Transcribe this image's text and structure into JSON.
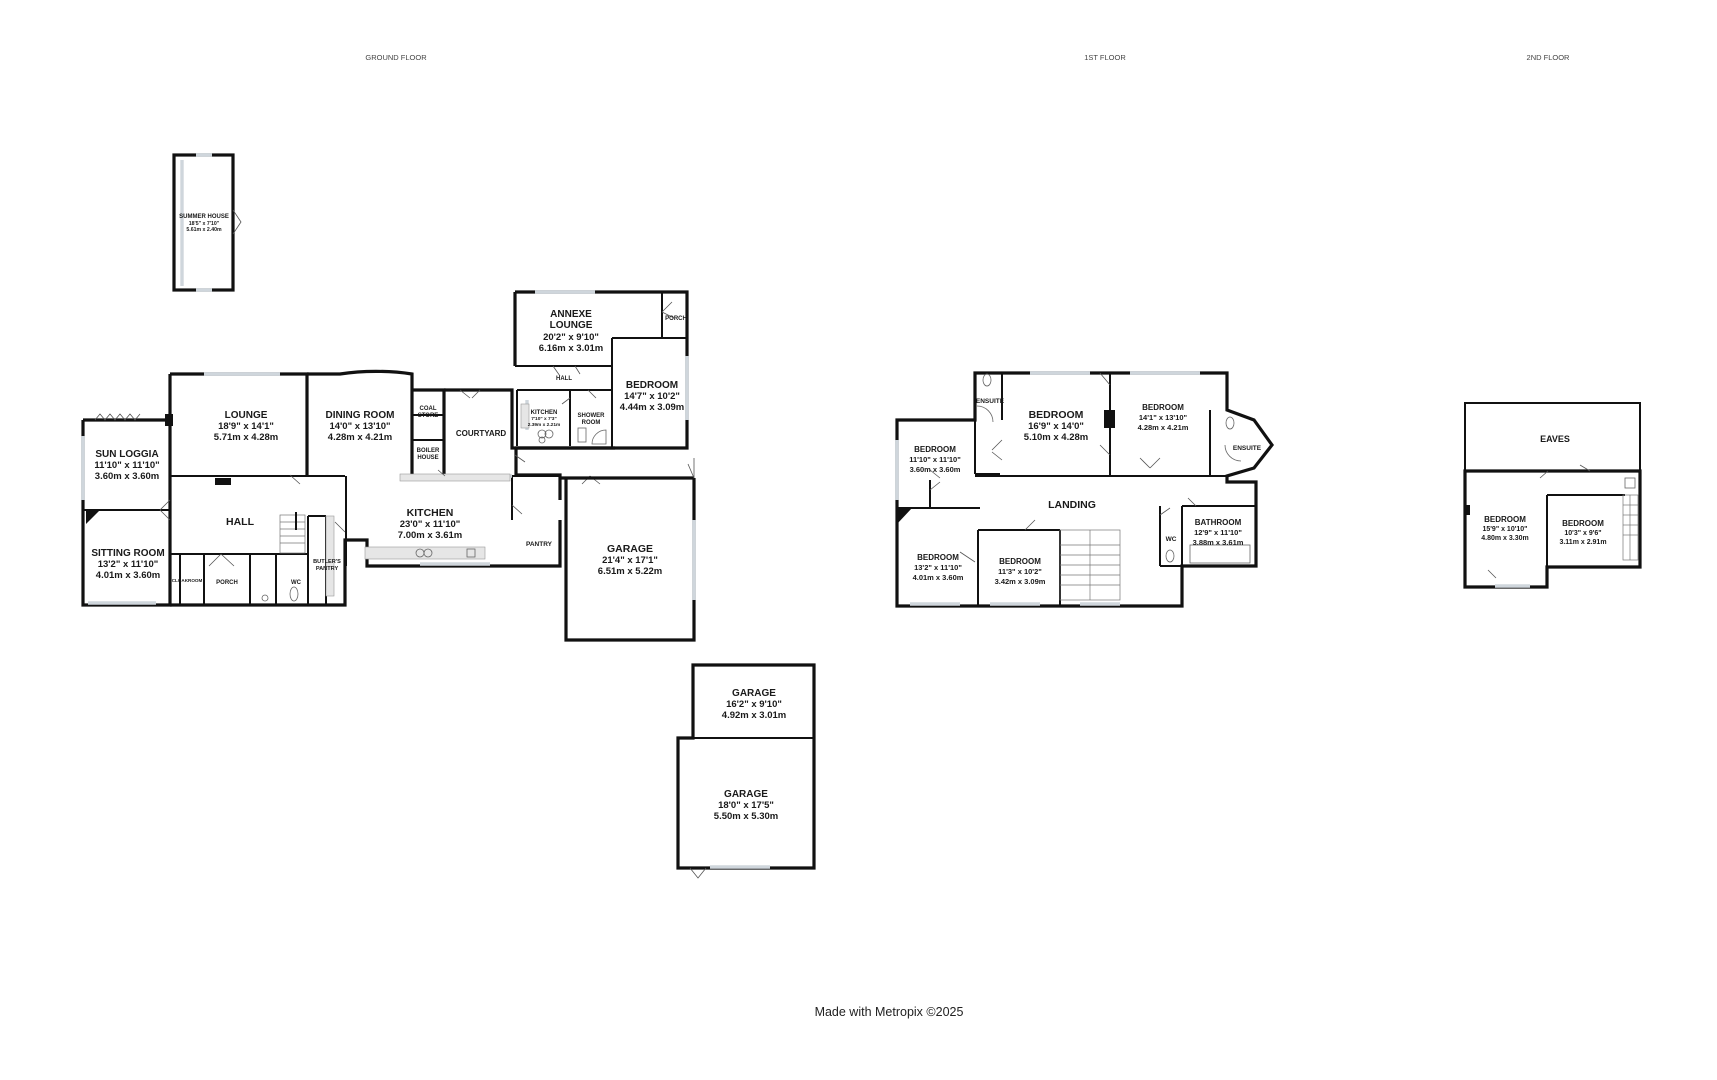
{
  "floors": {
    "ground": "GROUND FLOOR",
    "first": "1ST FLOOR",
    "second": "2ND FLOOR"
  },
  "credit": "Made with Metropix ©2025",
  "rooms": {
    "summer_house": {
      "name": "SUMMER HOUSE",
      "imperial": "18'5\" x 7'10\"",
      "metric": "5.61m x 2.40m"
    },
    "annexe_lounge": {
      "name1": "ANNEXE",
      "name2": "LOUNGE",
      "imperial": "20'2\" x 9'10\"",
      "metric": "6.16m x 3.01m"
    },
    "annexe_porch": {
      "name": "PORCH"
    },
    "annexe_hall": {
      "name": "HALL"
    },
    "annexe_bedroom": {
      "name": "BEDROOM",
      "imperial": "14'7\" x 10'2\"",
      "metric": "4.44m x 3.09m"
    },
    "annexe_kitchen": {
      "name": "KITCHEN",
      "imperial": "7'10\" x 7'3\"",
      "metric": "2.39m x 2.21m"
    },
    "shower_room": {
      "name1": "SHOWER",
      "name2": "ROOM"
    },
    "lounge": {
      "name": "LOUNGE",
      "imperial": "18'9\" x 14'1\"",
      "metric": "5.71m x 4.28m"
    },
    "dining_room": {
      "name": "DINING ROOM",
      "imperial": "14'0\" x 13'10\"",
      "metric": "4.28m x 4.21m"
    },
    "coal_store": {
      "name1": "COAL",
      "name2": "STORE"
    },
    "boiler_house": {
      "name1": "BOILER",
      "name2": "HOUSE"
    },
    "courtyard": {
      "name": "COURTYARD"
    },
    "sun_loggia": {
      "name": "SUN LOGGIA",
      "imperial": "11'10\" x 11'10\"",
      "metric": "3.60m x 3.60m"
    },
    "hall": {
      "name": "HALL"
    },
    "sitting_room": {
      "name": "SITTING ROOM",
      "imperial": "13'2\" x 11'10\"",
      "metric": "4.01m x 3.60m"
    },
    "cloakroom": {
      "name": "CLOAKROOM"
    },
    "porch": {
      "name": "PORCH"
    },
    "wc_ground": {
      "name": "WC"
    },
    "butlers_pantry": {
      "name1": "BUTLER'S",
      "name2": "PANTRY"
    },
    "kitchen": {
      "name": "KITCHEN",
      "imperial": "23'0\" x 11'10\"",
      "metric": "7.00m x 3.61m"
    },
    "pantry": {
      "name": "PANTRY"
    },
    "garage_main": {
      "name": "GARAGE",
      "imperial": "21'4\" x 17'1\"",
      "metric": "6.51m x 5.22m"
    },
    "garage_small": {
      "name": "GARAGE",
      "imperial": "16'2\" x 9'10\"",
      "metric": "4.92m x 3.01m"
    },
    "garage_large": {
      "name": "GARAGE",
      "imperial": "18'0\" x 17'5\"",
      "metric": "5.50m x 5.30m"
    },
    "f_ensuite_left": {
      "name": "ENSUITE"
    },
    "f_bedroom_main": {
      "name": "BEDROOM",
      "imperial": "16'9\" x 14'0\"",
      "metric": "5.10m x 4.28m"
    },
    "f_bedroom_right": {
      "name": "BEDROOM",
      "imperial": "14'1\" x 13'10\"",
      "metric": "4.28m x 4.21m"
    },
    "f_ensuite_right": {
      "name": "ENSUITE"
    },
    "f_bedroom_left": {
      "name": "BEDROOM",
      "imperial": "11'10\" x 11'10\"",
      "metric": "3.60m x 3.60m"
    },
    "landing": {
      "name": "LANDING"
    },
    "bathroom": {
      "name": "BATHROOM",
      "imperial": "12'9\" x 11'10\"",
      "metric": "3.88m x 3.61m"
    },
    "wc_first": {
      "name": "WC"
    },
    "f_bedroom_bl": {
      "name": "BEDROOM",
      "imperial": "13'2\" x 11'10\"",
      "metric": "4.01m x 3.60m"
    },
    "f_bedroom_bm": {
      "name": "BEDROOM",
      "imperial": "11'3\" x 10'2\"",
      "metric": "3.42m x 3.09m"
    },
    "eaves": {
      "name": "EAVES"
    },
    "s_bedroom_left": {
      "name": "BEDROOM",
      "imperial": "15'9\" x 10'10\"",
      "metric": "4.80m x 3.30m"
    },
    "s_bedroom_right": {
      "name": "BEDROOM",
      "imperial": "10'3\" x 9'6\"",
      "metric": "3.11m x 2.91m"
    }
  }
}
